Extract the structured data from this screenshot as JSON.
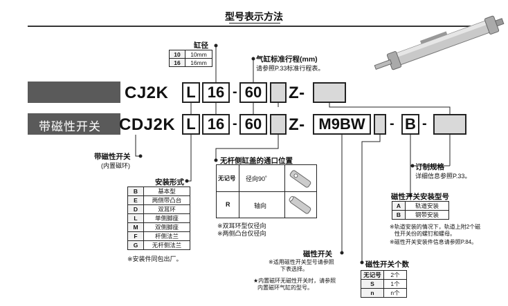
{
  "header": {
    "title": "型号表示方法"
  },
  "rows": {
    "band2_label": "带磁性开关",
    "row1": {
      "model": "CJ2K",
      "mount": "L",
      "bore": "16",
      "dash1": "-",
      "stroke": "60",
      "z": "Z-"
    },
    "row2": {
      "model": "CDJ2K",
      "mount": "L",
      "bore": "16",
      "dash1": "-",
      "stroke": "60",
      "z": "Z-",
      "switch": "M9BW",
      "dash2": "-",
      "sw_mount": "B",
      "dash3": "-"
    }
  },
  "bore": {
    "title": "缸径",
    "options": [
      {
        "code": "10",
        "value": "10mm"
      },
      {
        "code": "16",
        "value": "16mm"
      }
    ]
  },
  "stroke": {
    "title": "气缸标准行程(mm)",
    "note": "请参照P.33标准行程表。"
  },
  "magnet": {
    "title": "带磁性开关",
    "sub": "(内置磁环)"
  },
  "mounting": {
    "title": "安装形式",
    "options": [
      {
        "code": "B",
        "name": "基本型"
      },
      {
        "code": "E",
        "name": "两侧带凸台"
      },
      {
        "code": "D",
        "name": "双耳环"
      },
      {
        "code": "L",
        "name": "单侧脚座"
      },
      {
        "code": "M",
        "name": "双侧脚座"
      },
      {
        "code": "F",
        "name": "杆侧法兰"
      },
      {
        "code": "G",
        "name": "无杆侧法兰"
      }
    ],
    "note": "※安装件同包出厂。"
  },
  "port": {
    "title": "无杆侧缸盖的通口位置",
    "options": [
      {
        "code": "无记号",
        "name": "径向90˚"
      },
      {
        "code": "R",
        "name": "轴向"
      }
    ],
    "note1": "※双耳环型仅径向",
    "note2": "※两侧凸台仅径向"
  },
  "switch": {
    "title": "磁性开关",
    "note1": "※适用磁性开关型号请参照",
    "note2": "下表选择。",
    "note3": "★内置磁环无磁性开关时，请参照",
    "note4": "内置磁环气缸的型号。"
  },
  "made_to_order": {
    "title": "订制规格",
    "note": "详细信息参照P.33。"
  },
  "sw_mount": {
    "title": "磁性开关安装型号",
    "options": [
      {
        "code": "A",
        "name": "轨道安装"
      },
      {
        "code": "B",
        "name": "钢带安装"
      }
    ],
    "note1": "※轨道安装的情况下，轨道上附2个磁",
    "note2": "性开关份的螺钉和螺母。",
    "note3": "※磁性开关安装件信息请参照P.84。"
  },
  "sw_count": {
    "title": "磁性开关个数",
    "options": [
      {
        "code": "无记号",
        "name": "2个"
      },
      {
        "code": "S",
        "name": "1个"
      },
      {
        "code": "n",
        "name": "n个"
      }
    ]
  }
}
